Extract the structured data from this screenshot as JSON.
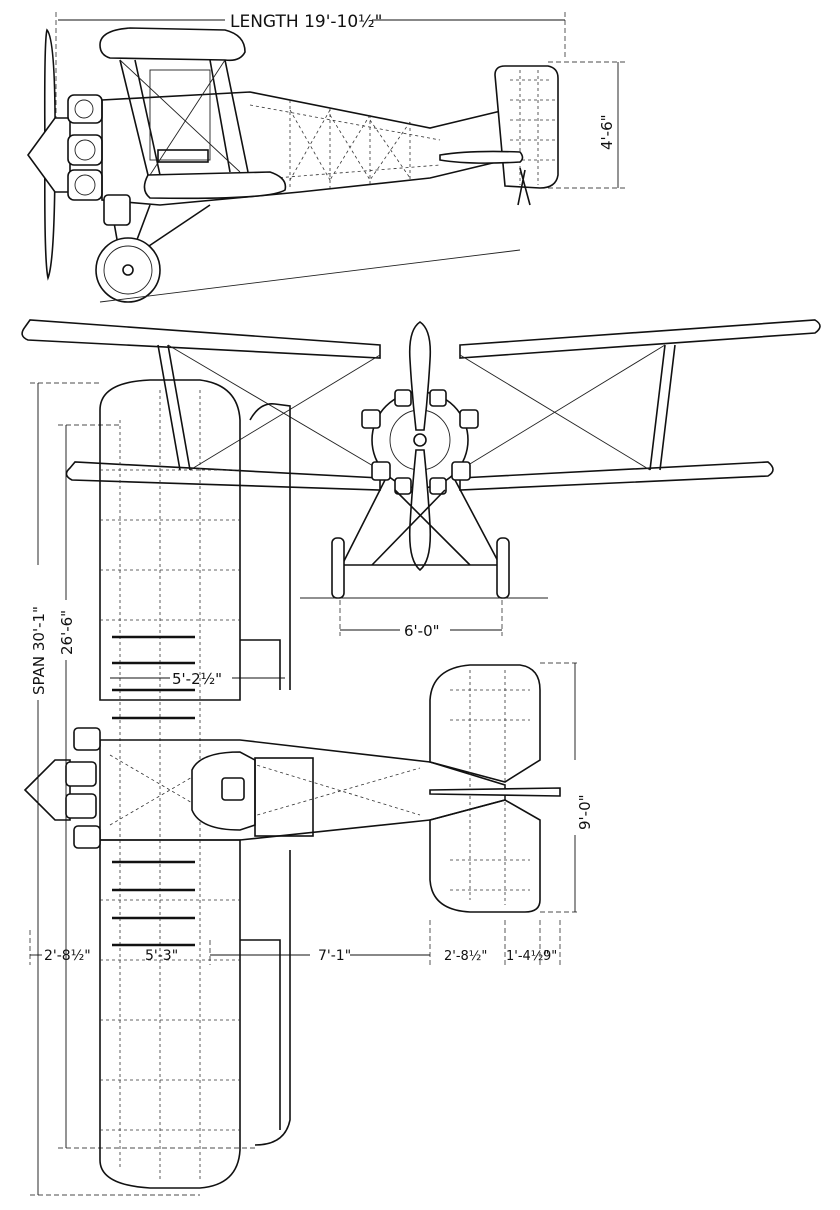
{
  "dimensions": {
    "length": "LENGTH 19'-10½\"",
    "height": "4'-6\"",
    "track": "6'-0\"",
    "span": "SPAN 30'-1\"",
    "lower_span": "26'-6\"",
    "aileron": "5'-2½\"",
    "tailplane_span": "9'-0\"",
    "nose": "2'-8½\"",
    "chord": "5'-3\"",
    "fuselage": "7'-1\"",
    "tail_a": "2'-8½\"",
    "tail_b": "1'-4½\"",
    "tail_c": "9\""
  },
  "views": [
    "side-elevation",
    "front-elevation",
    "plan-view"
  ]
}
